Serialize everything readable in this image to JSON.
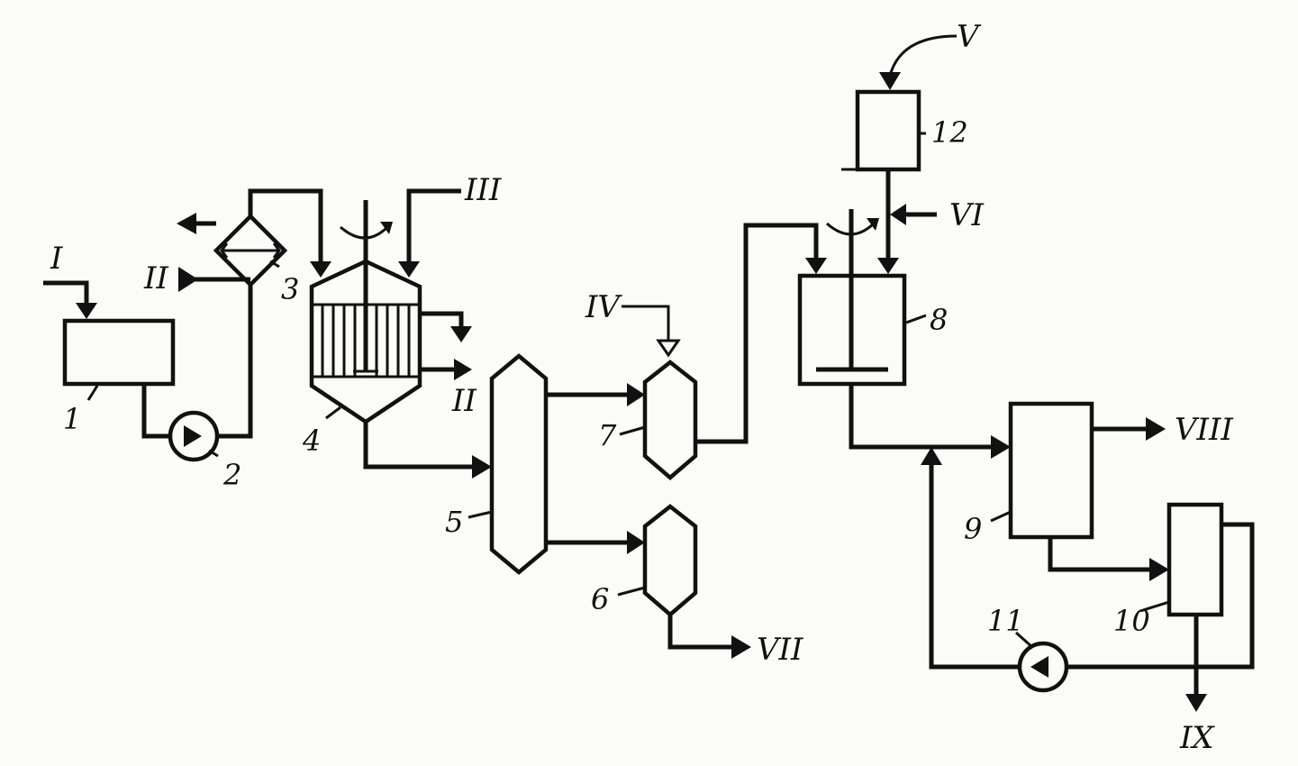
{
  "streams": {
    "s1": "I",
    "s2a": "II",
    "s2b": "II",
    "s3": "III",
    "s4": "IV",
    "s5": "V",
    "s6": "VI",
    "s7": "VII",
    "s8": "VIII",
    "s9": "IX"
  },
  "equipment": {
    "e1": "1",
    "e2": "2",
    "e3": "3",
    "e4": "4",
    "e5": "5",
    "e6": "6",
    "e7": "7",
    "e8": "8",
    "e9": "9",
    "e10": "10",
    "e11": "11",
    "e12": "12"
  }
}
